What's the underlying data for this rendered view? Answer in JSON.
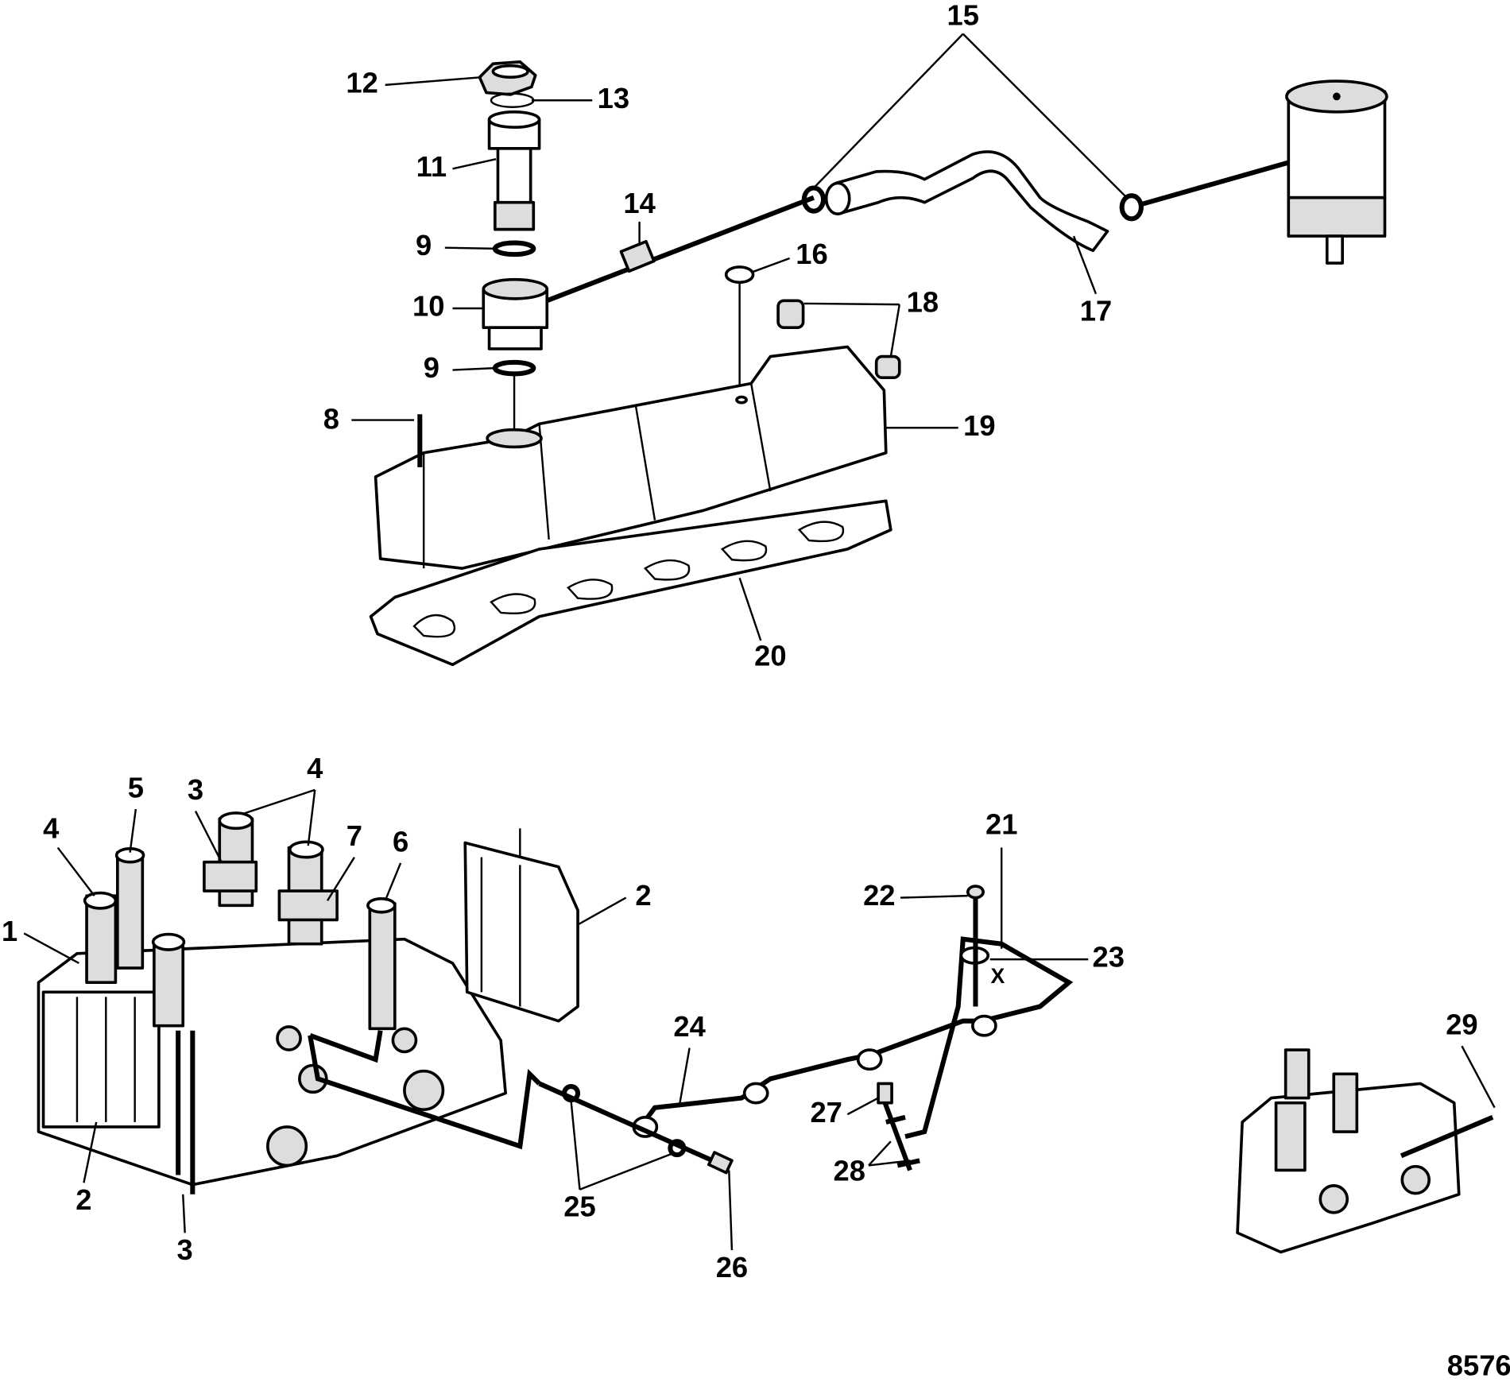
{
  "diagram": {
    "callouts": [
      "15",
      "12",
      "13",
      "11",
      "14",
      "9",
      "16",
      "10",
      "18",
      "17",
      "9",
      "8",
      "19",
      "20",
      "5",
      "4",
      "3",
      "7",
      "6",
      "4",
      "2",
      "21",
      "22",
      "23",
      "1",
      "24",
      "29",
      "27",
      "28",
      "25",
      "2",
      "3",
      "26"
    ],
    "figure_number": "8576",
    "center_mark": "X"
  }
}
